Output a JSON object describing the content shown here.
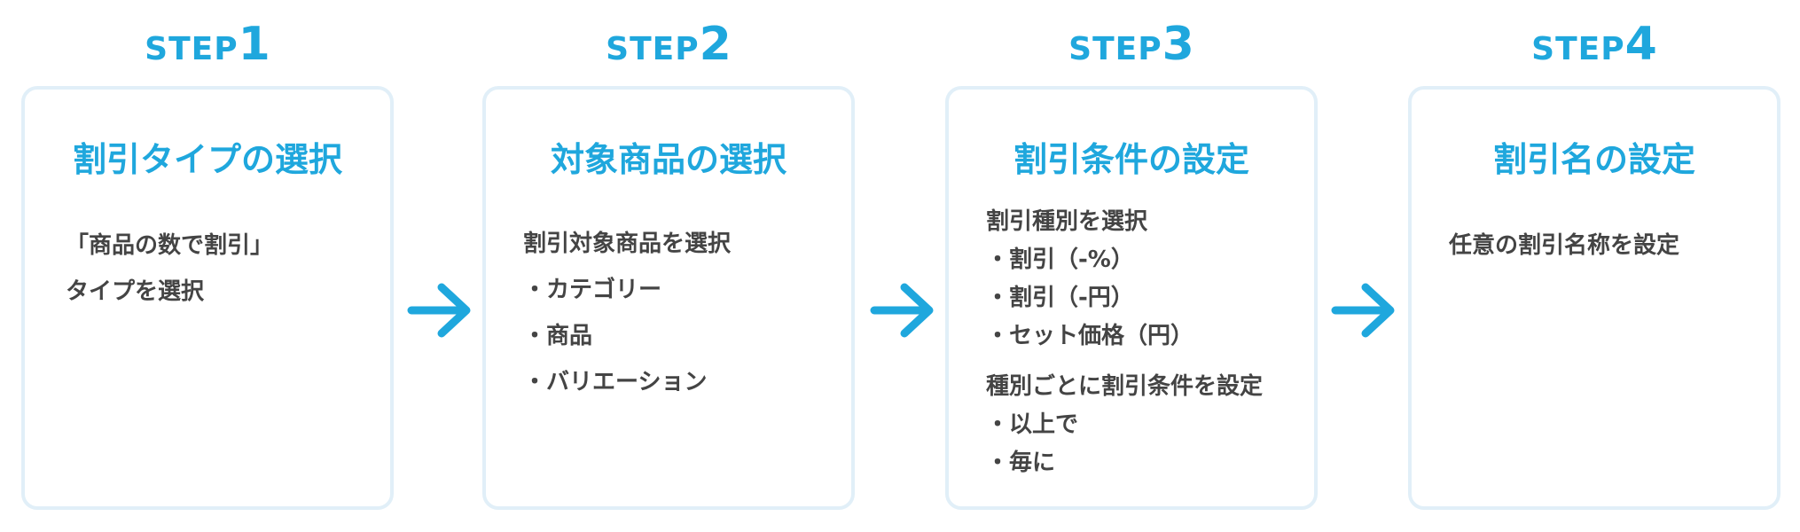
{
  "colors": {
    "accent": "#1fa7dd",
    "card_border": "#e1eff8",
    "body_text": "#444444"
  },
  "steps": [
    {
      "step_word": "STEP",
      "step_num": "1",
      "title": "割引タイプの選択",
      "lines": [
        "「商品の数で割引」",
        "タイプを選択"
      ]
    },
    {
      "step_word": "STEP",
      "step_num": "2",
      "title": "対象商品の選択",
      "lines": [
        "割引対象商品を選択",
        "・カテゴリー",
        "・商品",
        "・バリエーション"
      ]
    },
    {
      "step_word": "STEP",
      "step_num": "3",
      "title": "割引条件の設定",
      "lines": [
        "割引種別を選択",
        "・割引（-%）",
        "・割引（-円）",
        "・セット価格（円）",
        "種別ごとに割引条件を設定",
        "・以上で",
        "・毎に"
      ]
    },
    {
      "step_word": "STEP",
      "step_num": "4",
      "title": "割引名の設定",
      "lines": [
        "任意の割引名称を設定"
      ]
    }
  ],
  "arrows": [
    {
      "icon": "arrow-right-icon"
    },
    {
      "icon": "arrow-right-icon"
    },
    {
      "icon": "arrow-right-icon"
    }
  ]
}
